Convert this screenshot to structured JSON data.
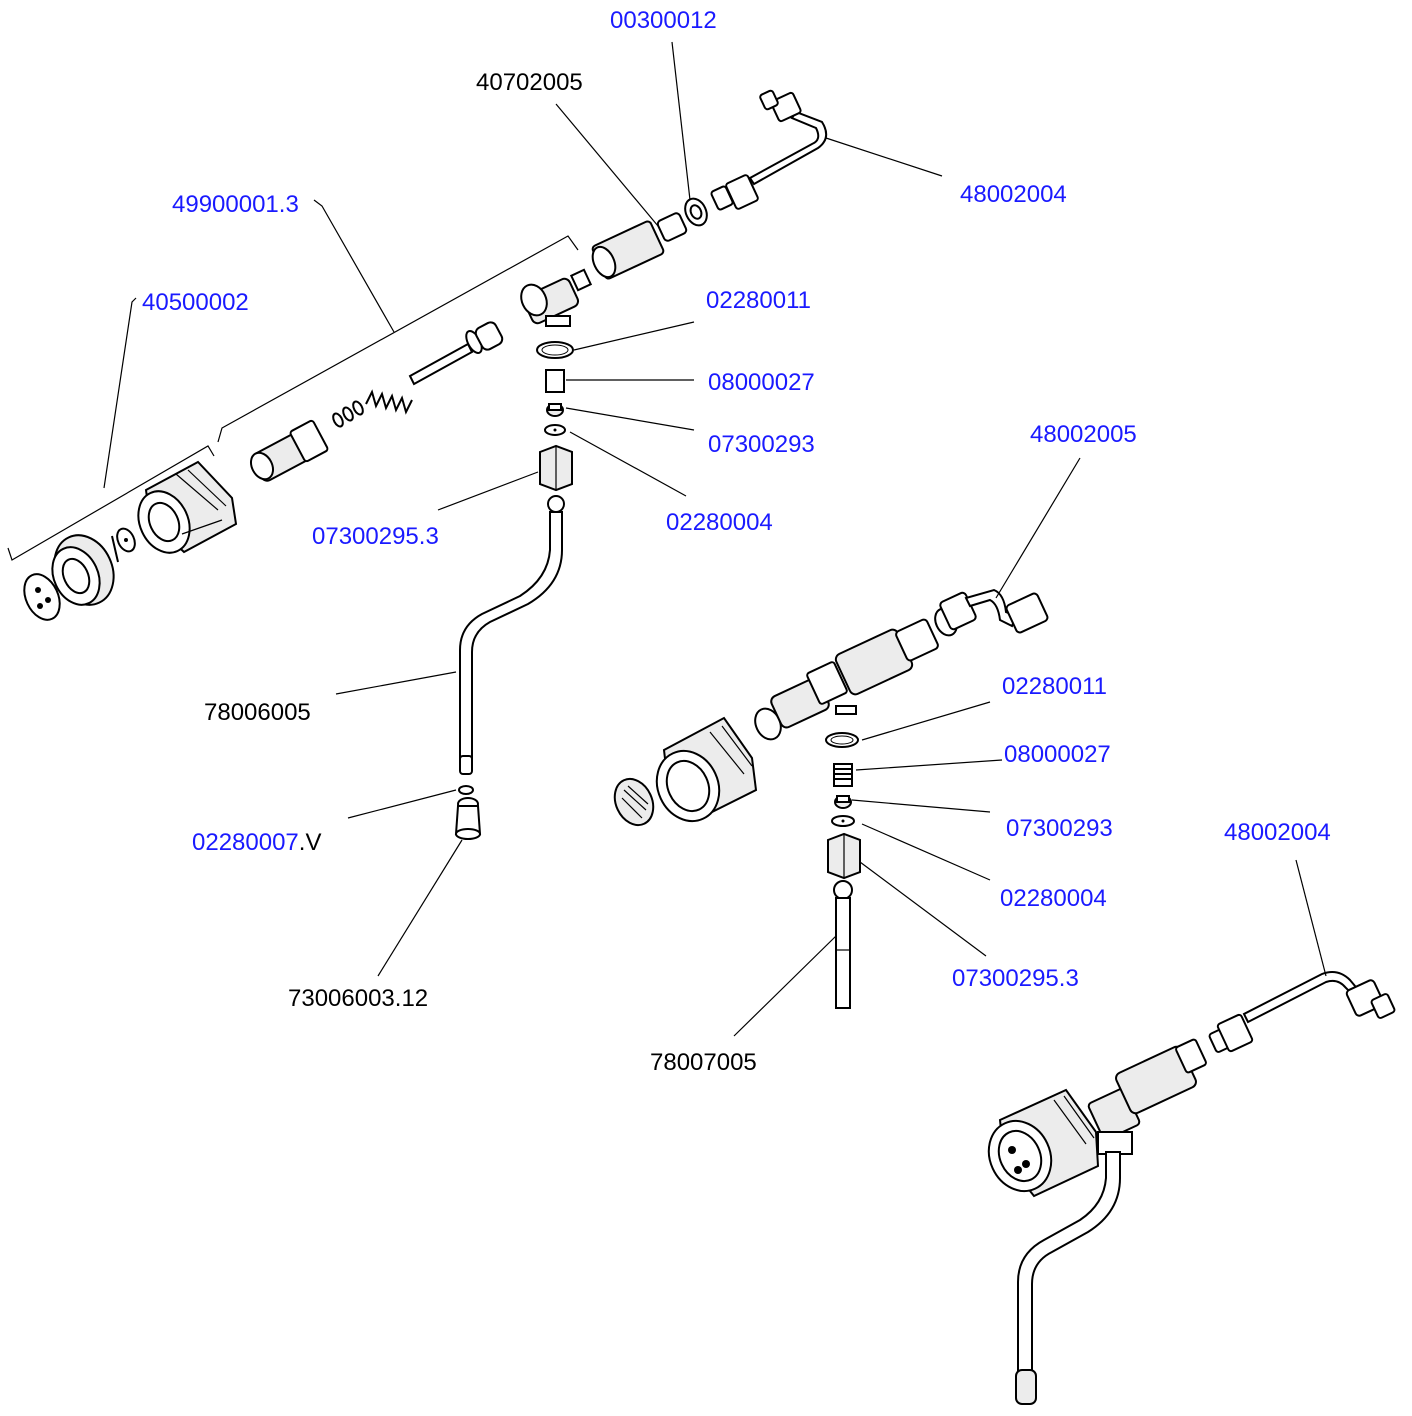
{
  "colors": {
    "link": "#1a1aff",
    "text": "#000000",
    "background": "#ffffff"
  },
  "labels": {
    "p00300012": "00300012",
    "p40702005": "40702005",
    "p48002004_top": "48002004",
    "p49900001_3": "49900001.3",
    "p40500002": "40500002",
    "p02280011_top": "02280011",
    "p08000027_top": "08000027",
    "p07300293_top": "07300293",
    "p02280004_top": "02280004",
    "p07300295_3_top": "07300295.3",
    "p48002005": "48002005",
    "p78006005": "78006005",
    "p02280007": "02280007",
    "p02280007_suffix": ".V",
    "p73006003_12": "73006003.12",
    "p02280011_mid": "02280011",
    "p08000027_mid": "08000027",
    "p07300293_mid": "07300293",
    "p02280004_mid": "02280004",
    "p07300295_3_mid": "07300295.3",
    "p78007005": "78007005",
    "p48002004_bottom": "48002004"
  }
}
